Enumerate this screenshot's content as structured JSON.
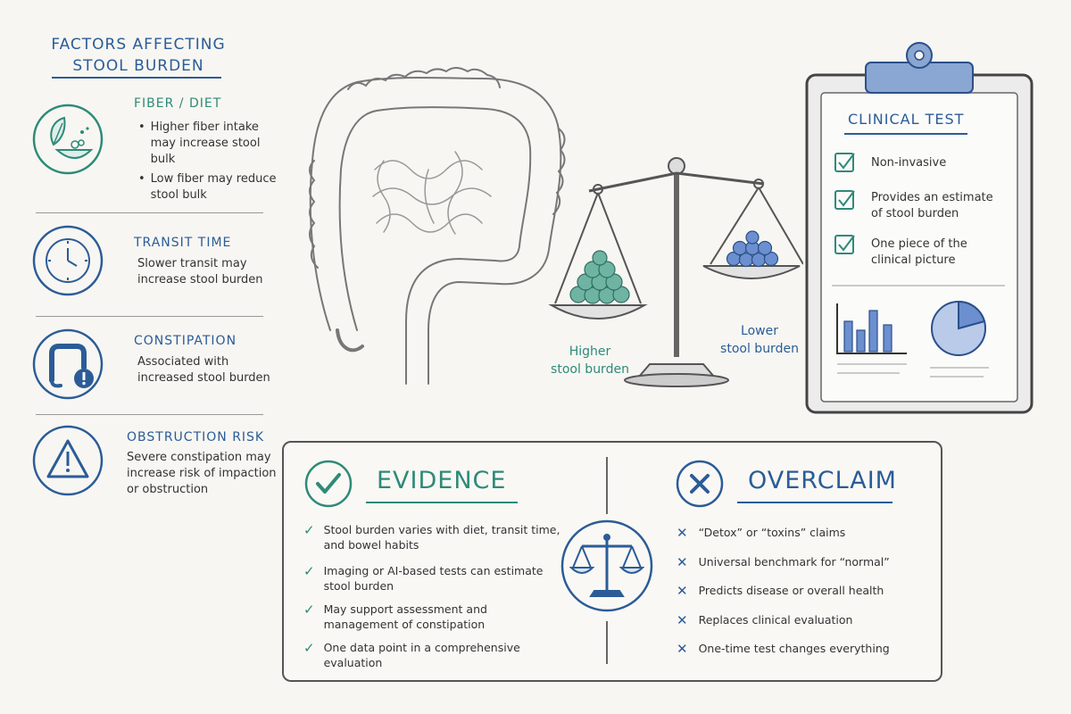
{
  "title": {
    "line1": "FACTORS AFFECTING",
    "line2": "STOOL BURDEN"
  },
  "factors": [
    {
      "heading": "FIBER / DIET",
      "icon": "leaf-bowl-icon",
      "bullets": [
        "Higher fiber intake may increase stool bulk",
        "Low fiber may reduce stool bulk"
      ]
    },
    {
      "heading": "TRANSIT TIME",
      "icon": "clock-icon",
      "body": "Slower transit may increase stool burden"
    },
    {
      "heading": "CONSTIPATION",
      "icon": "colon-alert-icon",
      "body": "Associated with increased stool burden"
    },
    {
      "heading": "OBSTRUCTION RISK",
      "icon": "warning-icon",
      "body": "Severe constipation may increase risk of impaction or obstruction"
    }
  ],
  "scale": {
    "left_label": [
      "Higher",
      "stool burden"
    ],
    "right_label": [
      "Lower",
      "stool burden"
    ]
  },
  "clipboard": {
    "title": "CLINICAL TEST",
    "items": [
      "Non-invasive",
      "Provides an estimate of stool burden",
      "One piece of the clinical picture"
    ]
  },
  "evidence": {
    "title": "EVIDENCE",
    "items": [
      "Stool burden varies with diet, transit time, and bowel habits",
      "Imaging or AI-based tests can estimate stool burden",
      "May support assessment and management of constipation",
      "One data point in a comprehensive evaluation"
    ]
  },
  "overclaim": {
    "title": "OVERCLAIM",
    "items": [
      "“Detox” or “toxins” claims",
      "Universal benchmark for “normal”",
      "Predicts disease or overall health",
      "Replaces clinical evaluation",
      "One-time test changes everything"
    ]
  },
  "colors": {
    "blue": "#2b5c97",
    "teal": "#2e8a78",
    "dark": "#333333",
    "panel_border": "#555555"
  }
}
